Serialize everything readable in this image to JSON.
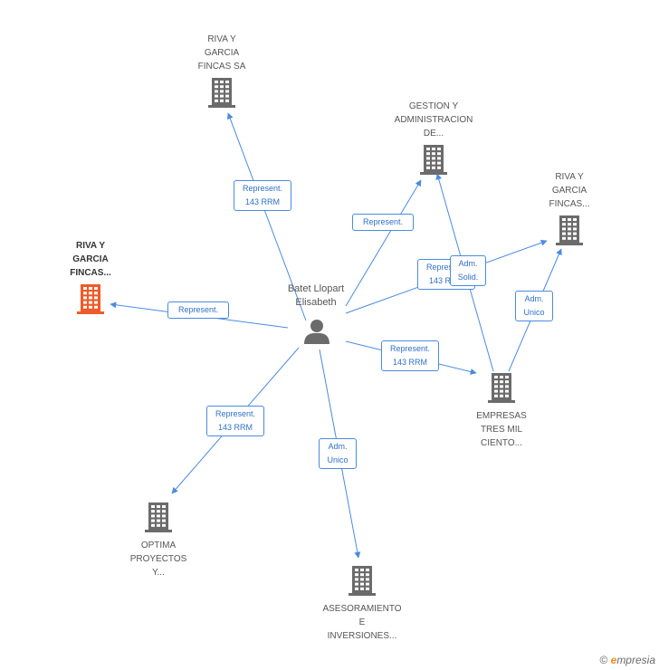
{
  "center": {
    "name": "Batet Llopart\nElisabeth"
  },
  "companies": [
    {
      "id": "riva_sa",
      "name": "RIVA Y\nGARCIA\nFINCAS SA",
      "highlight": false
    },
    {
      "id": "gestion",
      "name": "GESTION Y\nADMINISTRACION\nDE...",
      "highlight": false
    },
    {
      "id": "riva_right",
      "name": "RIVA Y\nGARCIA\nFINCAS...",
      "highlight": false
    },
    {
      "id": "riva_focus",
      "name": "RIVA Y\nGARCIA\nFINCAS...",
      "highlight": true
    },
    {
      "id": "empresas",
      "name": "EMPRESAS\nTRES MIL\nCIENTO...",
      "highlight": false
    },
    {
      "id": "optima",
      "name": "OPTIMA\nPROYECTOS\nY...",
      "highlight": false
    },
    {
      "id": "asesoramiento",
      "name": "ASESORAMIENTO\nE\nINVERSIONES...",
      "highlight": false
    }
  ],
  "edges": [
    {
      "from": "center",
      "to": "riva_sa",
      "label": "Represent.\n143 RRM"
    },
    {
      "from": "center",
      "to": "gestion",
      "label": "Represent."
    },
    {
      "from": "center",
      "to": "riva_right",
      "label": "Represent.\n143 RRM"
    },
    {
      "from": "center",
      "to": "riva_focus",
      "label": "Represent."
    },
    {
      "from": "center",
      "to": "empresas",
      "label": "Represent.\n143 RRM"
    },
    {
      "from": "center",
      "to": "optima",
      "label": "Represent.\n143 RRM"
    },
    {
      "from": "center",
      "to": "asesoramiento",
      "label": "Adm.\nUnico"
    },
    {
      "from": "empresas",
      "to": "gestion",
      "label": "Adm.\nSolid."
    },
    {
      "from": "empresas",
      "to": "riva_right",
      "label": "Adm.\nUnico"
    }
  ],
  "colors": {
    "edge": "#4a8be0",
    "building": "#6b6b6b",
    "building_focus": "#f05a28",
    "person": "#6b6b6b"
  },
  "footer": {
    "copyright": "©",
    "brand_e": "e",
    "brand_rest": "mpresia"
  }
}
